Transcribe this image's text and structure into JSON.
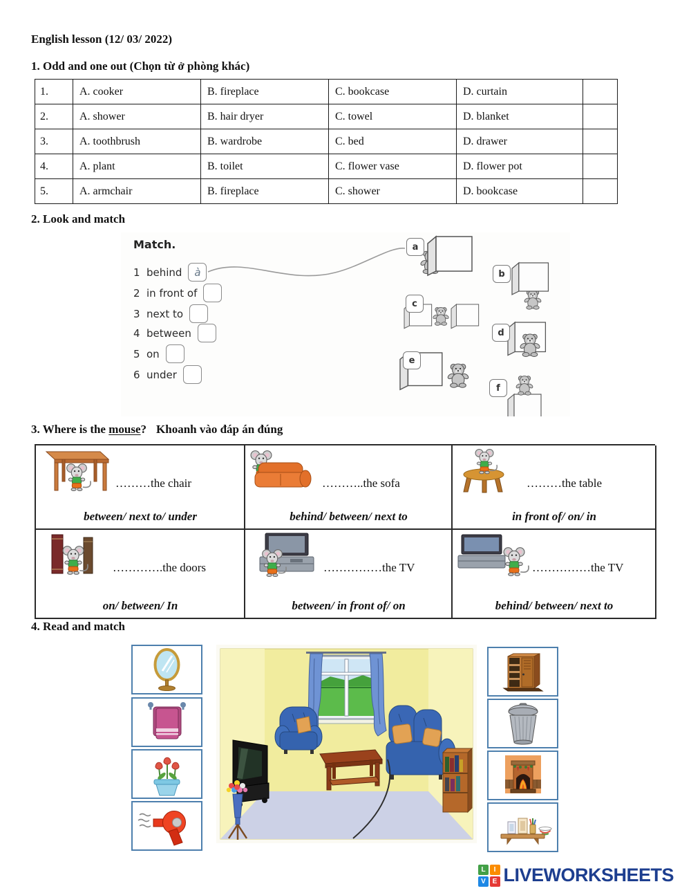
{
  "header": {
    "title": "English lesson (12/ 03/ 2022)"
  },
  "section1": {
    "heading": "1. Odd and one out (Chọn từ ở phòng khác)",
    "rows": [
      {
        "num": "1.",
        "a": "A. cooker",
        "b": "B. fireplace",
        "c": "C. bookcase",
        "d": "D. curtain"
      },
      {
        "num": "2.",
        "a": "A. shower",
        "b": "B. hair dryer",
        "c": "C. towel",
        "d": "D. blanket"
      },
      {
        "num": "3.",
        "a": "A. toothbrush",
        "b": "B. wardrobe",
        "c": "C. bed",
        "d": "D. drawer"
      },
      {
        "num": "4.",
        "a": "A. plant",
        "b": "B. toilet",
        "c": "C. flower vase",
        "d": "D. flower pot"
      },
      {
        "num": "5.",
        "a": "A. armchair",
        "b": "B. fireplace",
        "c": "C. shower",
        "d": "D. bookcase"
      }
    ]
  },
  "section2": {
    "heading": "2. Look and match",
    "match_title": "Match.",
    "items": [
      {
        "num": "1",
        "label": "behind",
        "answer": "à"
      },
      {
        "num": "2",
        "label": "in front of",
        "answer": ""
      },
      {
        "num": "3",
        "label": "next to",
        "answer": ""
      },
      {
        "num": "4",
        "label": "between",
        "answer": ""
      },
      {
        "num": "5",
        "label": "on",
        "answer": ""
      },
      {
        "num": "6",
        "label": "under",
        "answer": ""
      }
    ],
    "labels": {
      "a": "a",
      "b": "b",
      "c": "c",
      "d": "d",
      "e": "e",
      "f": "f"
    }
  },
  "section3": {
    "heading_main": "3. Where is the ",
    "heading_word": "mouse",
    "heading_q": "?",
    "heading_note": "Khoanh vào đáp án đúng",
    "cells": [
      {
        "name": "mouse-under-chair",
        "blank": "………the chair",
        "options": "between/ next to/ under"
      },
      {
        "name": "mouse-behind-sofa",
        "blank": "………..the sofa",
        "options": "behind/ between/ next to"
      },
      {
        "name": "mouse-on-table",
        "blank": "………the table",
        "options": "in front of/ on/ in"
      },
      {
        "name": "mouse-between-doors",
        "blank": "………….the doors",
        "options": "on/ between/ In"
      },
      {
        "name": "mouse-in-front-of-tv",
        "blank": "……………the TV",
        "options": "between/ in front of/ on"
      },
      {
        "name": "mouse-next-to-tv",
        "blank": "……………the TV",
        "options": "behind/ between/ next to"
      }
    ]
  },
  "section4": {
    "heading": "4. Read and match",
    "left_items": [
      "mirror",
      "towel",
      "flower pot",
      "hair dryer"
    ],
    "right_items": [
      "wardrobe",
      "trash can",
      "fireplace",
      "shelf"
    ]
  },
  "footer": {
    "squares": [
      {
        "letter": "L",
        "color": "#43a047"
      },
      {
        "letter": "I",
        "color": "#fb8c00"
      },
      {
        "letter": "V",
        "color": "#1e88e5"
      },
      {
        "letter": "E",
        "color": "#e53935"
      }
    ],
    "brand": "LIVEWORKSHEETS",
    "brand_color": "#1d3e8f"
  }
}
